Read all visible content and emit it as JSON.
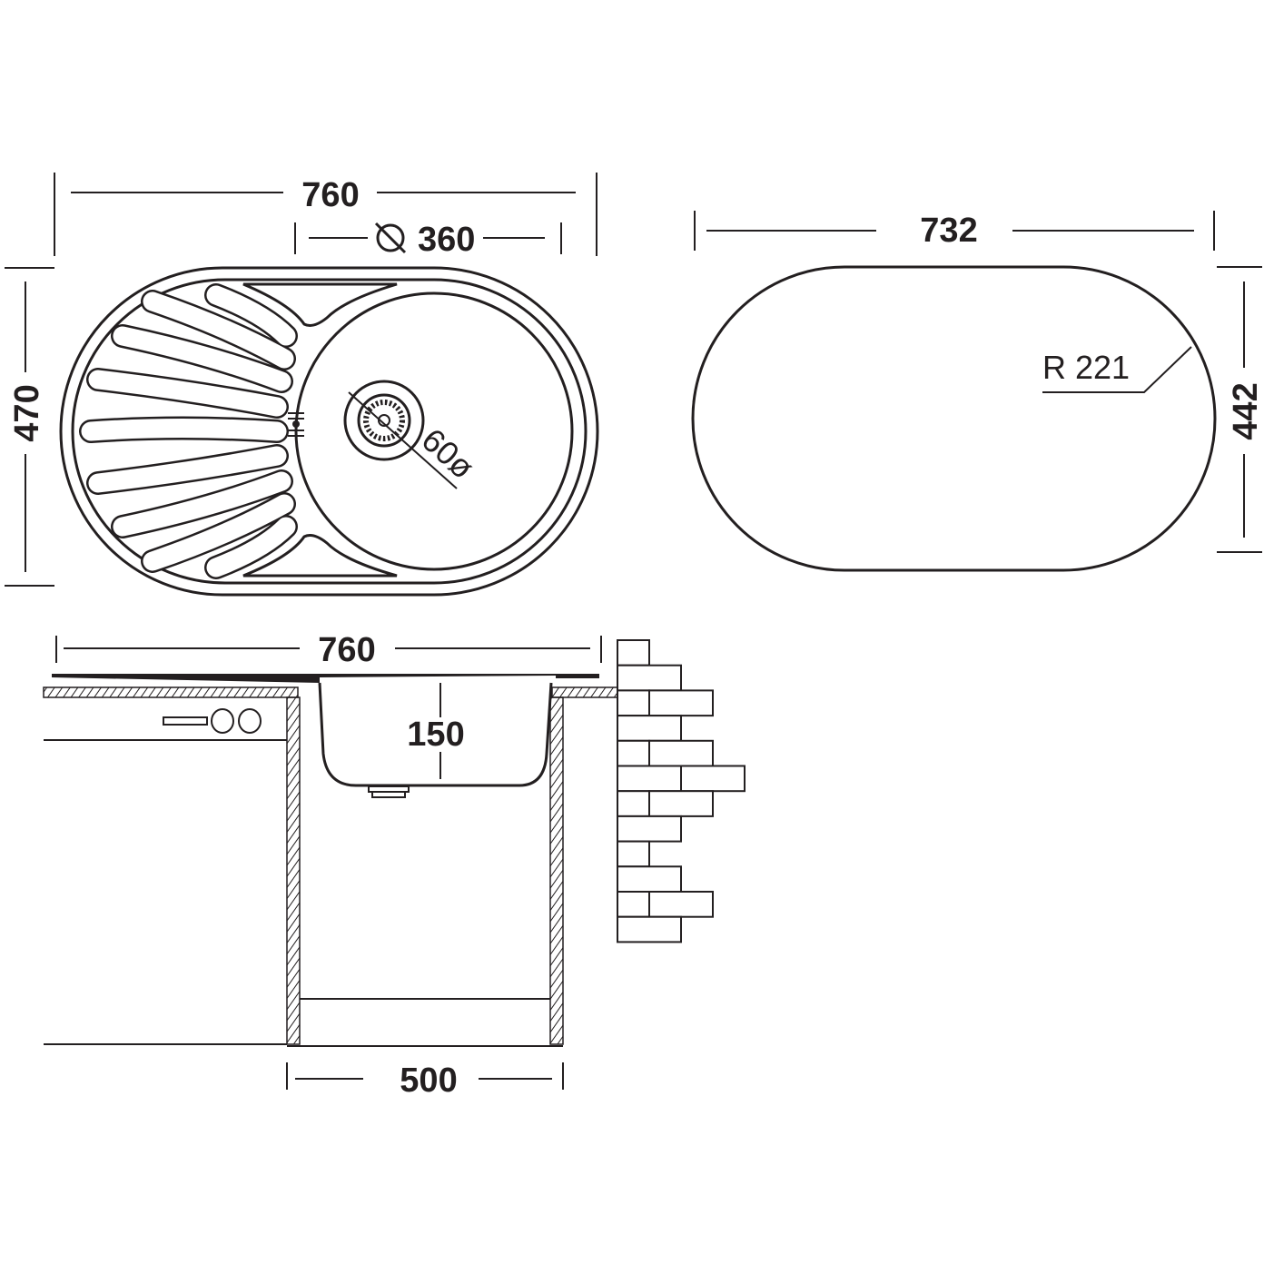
{
  "top_view": {
    "width_label": "760",
    "bowl_diameter_label": "360",
    "bowl_diameter_symbol": "diameter-icon",
    "height_label": "470",
    "drain_label": "60ø"
  },
  "cutout_view": {
    "width_label": "732",
    "height_label": "442",
    "radius_label": "R 221"
  },
  "side_view": {
    "width_label": "760",
    "depth_label": "150",
    "cabinet_width_label": "500"
  },
  "colors": {
    "line": "#231f20",
    "background": "#ffffff"
  }
}
